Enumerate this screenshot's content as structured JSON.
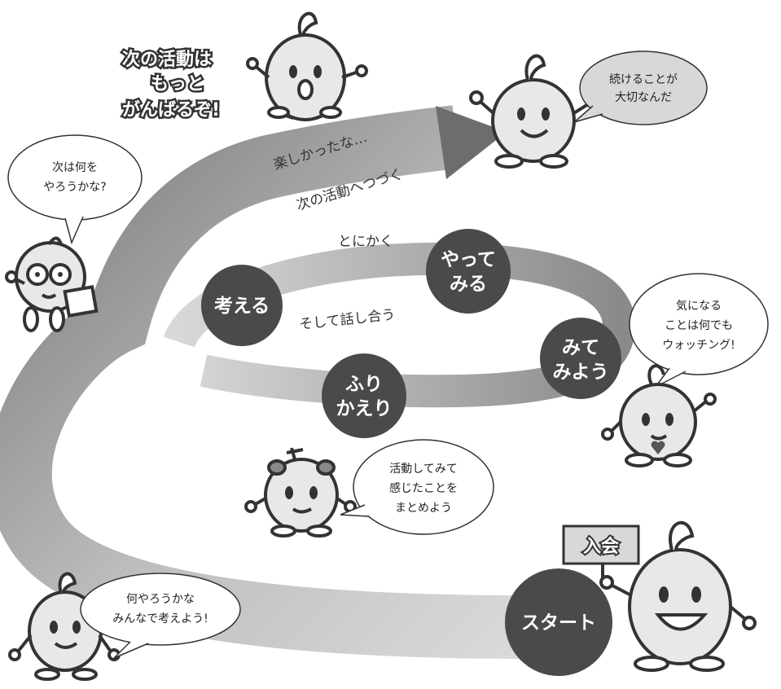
{
  "steps": {
    "start": "スタート",
    "miteyou": [
      "みて",
      "みよう"
    ],
    "yattemiru": [
      "やって",
      "みる"
    ],
    "kangaeru": "考える",
    "furikaeri": [
      "ふり",
      "かえり"
    ]
  },
  "path_labels": {
    "tonikaku": "とにかく",
    "soshite": "そして話し合う",
    "tanoshikatta": "楽しかったな…",
    "tsugi": "次の活動へつづく"
  },
  "headline": [
    "次の活動は",
    "もっと",
    "がんばるぞ!"
  ],
  "sign": "入会",
  "bubbles": {
    "tsuzukeru": [
      "続けることが",
      "大切なんだ"
    ],
    "nanio": [
      "次は何を",
      "やろうかな?"
    ],
    "kininaru": [
      "気になる",
      "ことは何でも",
      "ウォッチング!"
    ],
    "katsudou": [
      "活動してみて",
      "感じたことを",
      "まとめよう"
    ],
    "naniyarou": [
      "何やろうかな",
      "みんなで考えよう!"
    ]
  },
  "colors": {
    "circle": "#4a4a4a",
    "path_dark": "#6d6d6d",
    "path_light": "#d4d4d4",
    "bubble_fill": "#ffffff",
    "bubble_grey": "#d8d8d8",
    "character_fill": "#e8e8e8",
    "stroke": "#333333"
  }
}
